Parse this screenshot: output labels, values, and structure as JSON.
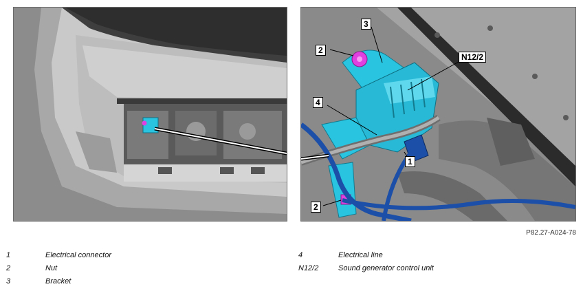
{
  "callouts": {
    "bracket": "3",
    "nut_top": "2",
    "control_unit": "N12/2",
    "electrical_line": "4",
    "connector": "1",
    "nut_bottom": "2"
  },
  "figure_id": "P82.27-A024-78",
  "legend": {
    "left": [
      {
        "key": "1",
        "desc": "Electrical connector"
      },
      {
        "key": "2",
        "desc": "Nut"
      },
      {
        "key": "3",
        "desc": "Bracket"
      }
    ],
    "right": [
      {
        "key": "4",
        "desc": "Electrical line"
      },
      {
        "key": "N12/2",
        "desc": "Sound generator control unit"
      }
    ]
  },
  "colors": {
    "component_highlight": "#29c4e0",
    "nut_highlight": "#e040e0",
    "electrical_line": "#1c4fa8"
  }
}
